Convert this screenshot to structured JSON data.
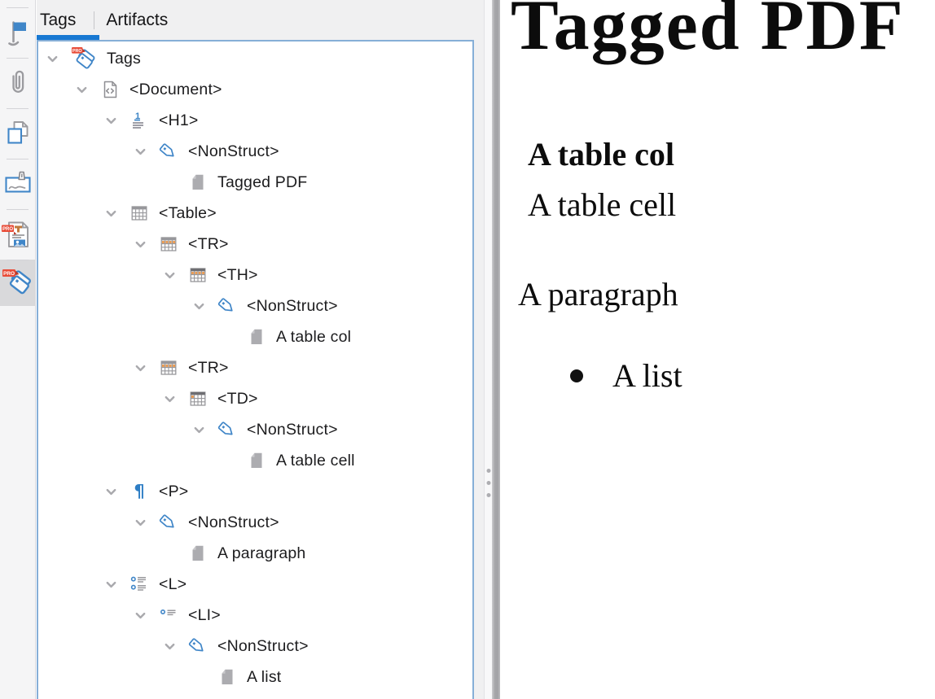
{
  "colors": {
    "accent": "#1878d2",
    "icon_blue": "#4086c8",
    "pro_red": "#e84c38",
    "cell_orange": "#e8964a"
  },
  "sidebar": {
    "items": [
      {
        "icon": "flag-icon",
        "pro": false,
        "selected": false
      },
      {
        "icon": "paperclip-icon",
        "pro": false,
        "selected": false
      },
      {
        "icon": "copy-pages-icon",
        "pro": false,
        "selected": false
      },
      {
        "icon": "signature-icon",
        "pro": false,
        "selected": false
      },
      {
        "icon": "document-image-pro-icon",
        "pro": true,
        "selected": false
      },
      {
        "icon": "tags-pro-large-icon",
        "pro": true,
        "selected": true
      }
    ]
  },
  "tabs": {
    "active": "Tags",
    "items": [
      {
        "label": "Tags",
        "active": true
      },
      {
        "label": "Artifacts",
        "active": false
      }
    ]
  },
  "tree": {
    "rows": [
      {
        "label": "Tags",
        "icon": "tags-pro-icon",
        "level": 0,
        "expanded": true
      },
      {
        "label": "<Document>",
        "icon": "code-document-icon",
        "level": 1,
        "expanded": true
      },
      {
        "label": "<H1>",
        "icon": "heading1-icon",
        "level": 2,
        "expanded": true
      },
      {
        "label": "<NonStruct>",
        "icon": "tag-icon",
        "level": 3,
        "expanded": true
      },
      {
        "label": "Tagged PDF",
        "icon": "page-content-icon",
        "level": 4,
        "leaf": true
      },
      {
        "label": "<Table>",
        "icon": "table-icon",
        "level": 2,
        "expanded": true
      },
      {
        "label": "<TR>",
        "icon": "table-row-icon",
        "level": 3,
        "expanded": true
      },
      {
        "label": "<TH>",
        "icon": "table-header-icon",
        "level": 4,
        "expanded": true
      },
      {
        "label": "<NonStruct>",
        "icon": "tag-icon",
        "level": 5,
        "expanded": true
      },
      {
        "label": "A table col",
        "icon": "page-content-icon",
        "level": 6,
        "leaf": true
      },
      {
        "label": "<TR>",
        "icon": "table-row-icon",
        "level": 3,
        "expanded": true
      },
      {
        "label": "<TD>",
        "icon": "table-cell-icon",
        "level": 4,
        "expanded": true
      },
      {
        "label": "<NonStruct>",
        "icon": "tag-icon",
        "level": 5,
        "expanded": true
      },
      {
        "label": "A table cell",
        "icon": "page-content-icon",
        "level": 6,
        "leaf": true
      },
      {
        "label": "<P>",
        "icon": "pilcrow-icon",
        "level": 2,
        "expanded": true
      },
      {
        "label": "<NonStruct>",
        "icon": "tag-icon",
        "level": 3,
        "expanded": true
      },
      {
        "label": "A paragraph",
        "icon": "page-content-icon",
        "level": 4,
        "leaf": true
      },
      {
        "label": "<L>",
        "icon": "list-icon",
        "level": 2,
        "expanded": true
      },
      {
        "label": "<LI>",
        "icon": "list-item-icon",
        "level": 3,
        "expanded": true
      },
      {
        "label": "<NonStruct>",
        "icon": "tag-icon",
        "level": 4,
        "expanded": true
      },
      {
        "label": "A list",
        "icon": "page-content-icon",
        "level": 5,
        "leaf": true
      }
    ]
  },
  "splitter": {
    "handle": "drag-dots"
  },
  "document": {
    "title": "Tagged PDF",
    "table_header": "A table col",
    "table_cell": "A table cell",
    "paragraph": "A paragraph",
    "list_bullet": "•",
    "list_item": "A list"
  }
}
